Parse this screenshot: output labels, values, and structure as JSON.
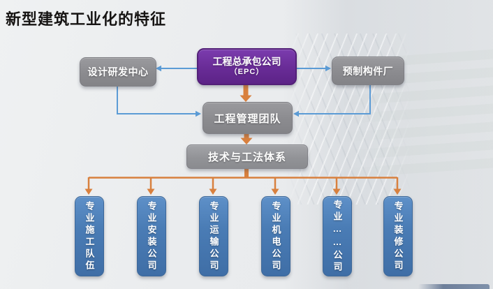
{
  "slide": {
    "title": "新型建筑工业化的特征",
    "nodes": {
      "epc": {
        "line1": "工程总承包公司",
        "line2": "（EPC）"
      },
      "design_center": {
        "label": "设计研发中心"
      },
      "precast_factory": {
        "label": "预制构件厂"
      },
      "management_team": {
        "label": "工程管理团队"
      },
      "tech_system": {
        "label": "技术与工法体系"
      },
      "subcontractors": [
        {
          "label": "专业施工队伍"
        },
        {
          "label": "专业安装公司"
        },
        {
          "label": "专业运输公司"
        },
        {
          "label": "专业机电公司"
        },
        {
          "label": "专业……公司"
        },
        {
          "label": "专业装修公司"
        }
      ]
    },
    "colors": {
      "epc_purple": "#6A2D98",
      "node_gray": "#8B8B8F",
      "subcontractor_blue": "#4A7CB5",
      "arrow_blue": "#5B9BD5",
      "arrow_orange": "#D8803E",
      "title_text": "#161413",
      "background": "#EAECEE"
    }
  }
}
